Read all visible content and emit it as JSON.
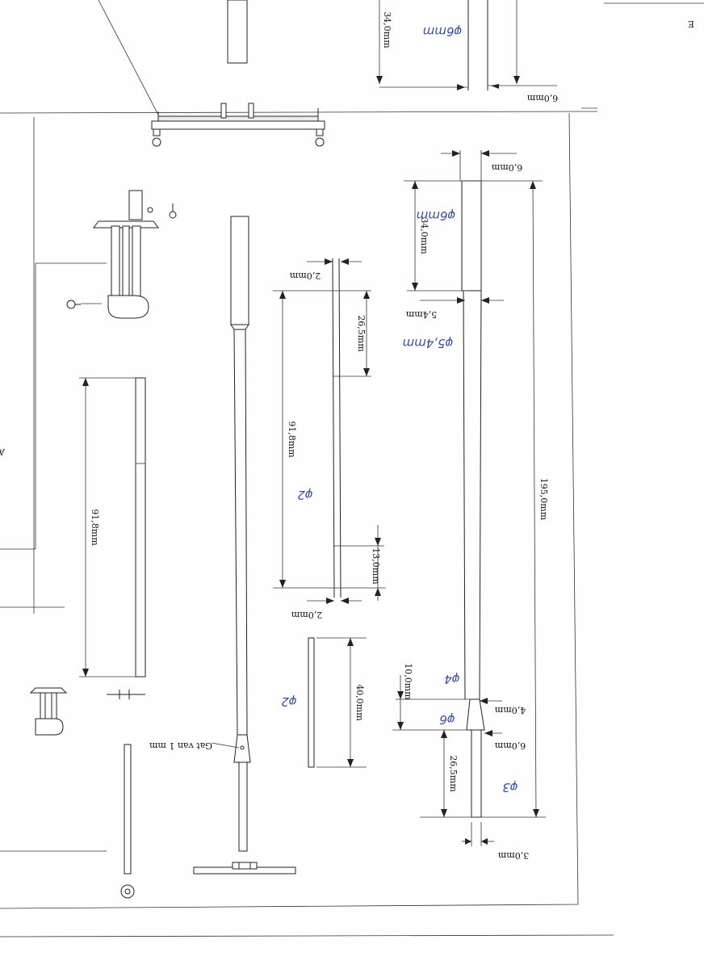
{
  "sheet_label": "E",
  "section_letter": "A",
  "colors": {
    "ink": "#222222",
    "handwriting": "#3a4fa3",
    "paper": "#fefefe"
  },
  "dimensions": {
    "top_34": "34,0mm",
    "top_6": "6,0mm",
    "right_6_top": "6,0mm",
    "right_34": "34,0mm",
    "right_5_4": "5,4mm",
    "right_195": "195,0mm",
    "right_10": "10,0mm",
    "right_4": "4,0mm",
    "right_6_bottom": "6,0mm",
    "right_26_5": "26,5mm",
    "right_3": "3,0mm",
    "mid_2_top": "2,0mm",
    "mid_26_5": "26,5mm",
    "mid_91_8": "91,8mm",
    "mid_13": "13,0mm",
    "mid_2_bottom": "2,0mm",
    "mid_40": "40,0mm",
    "left_91_8": "91,8mm"
  },
  "notes": {
    "hole_label": "Gat van 1 mm"
  },
  "handwritten": {
    "phi_6mm_top": "φ6mm",
    "phi_6mm_right": "φ6mm",
    "phi_5_4mm": "φ5,4mm",
    "phi_2_mid": "φ2",
    "phi_2_small": "φ2",
    "phi_4": "φ4",
    "phi_6": "φ6",
    "phi_3": "φ3"
  }
}
